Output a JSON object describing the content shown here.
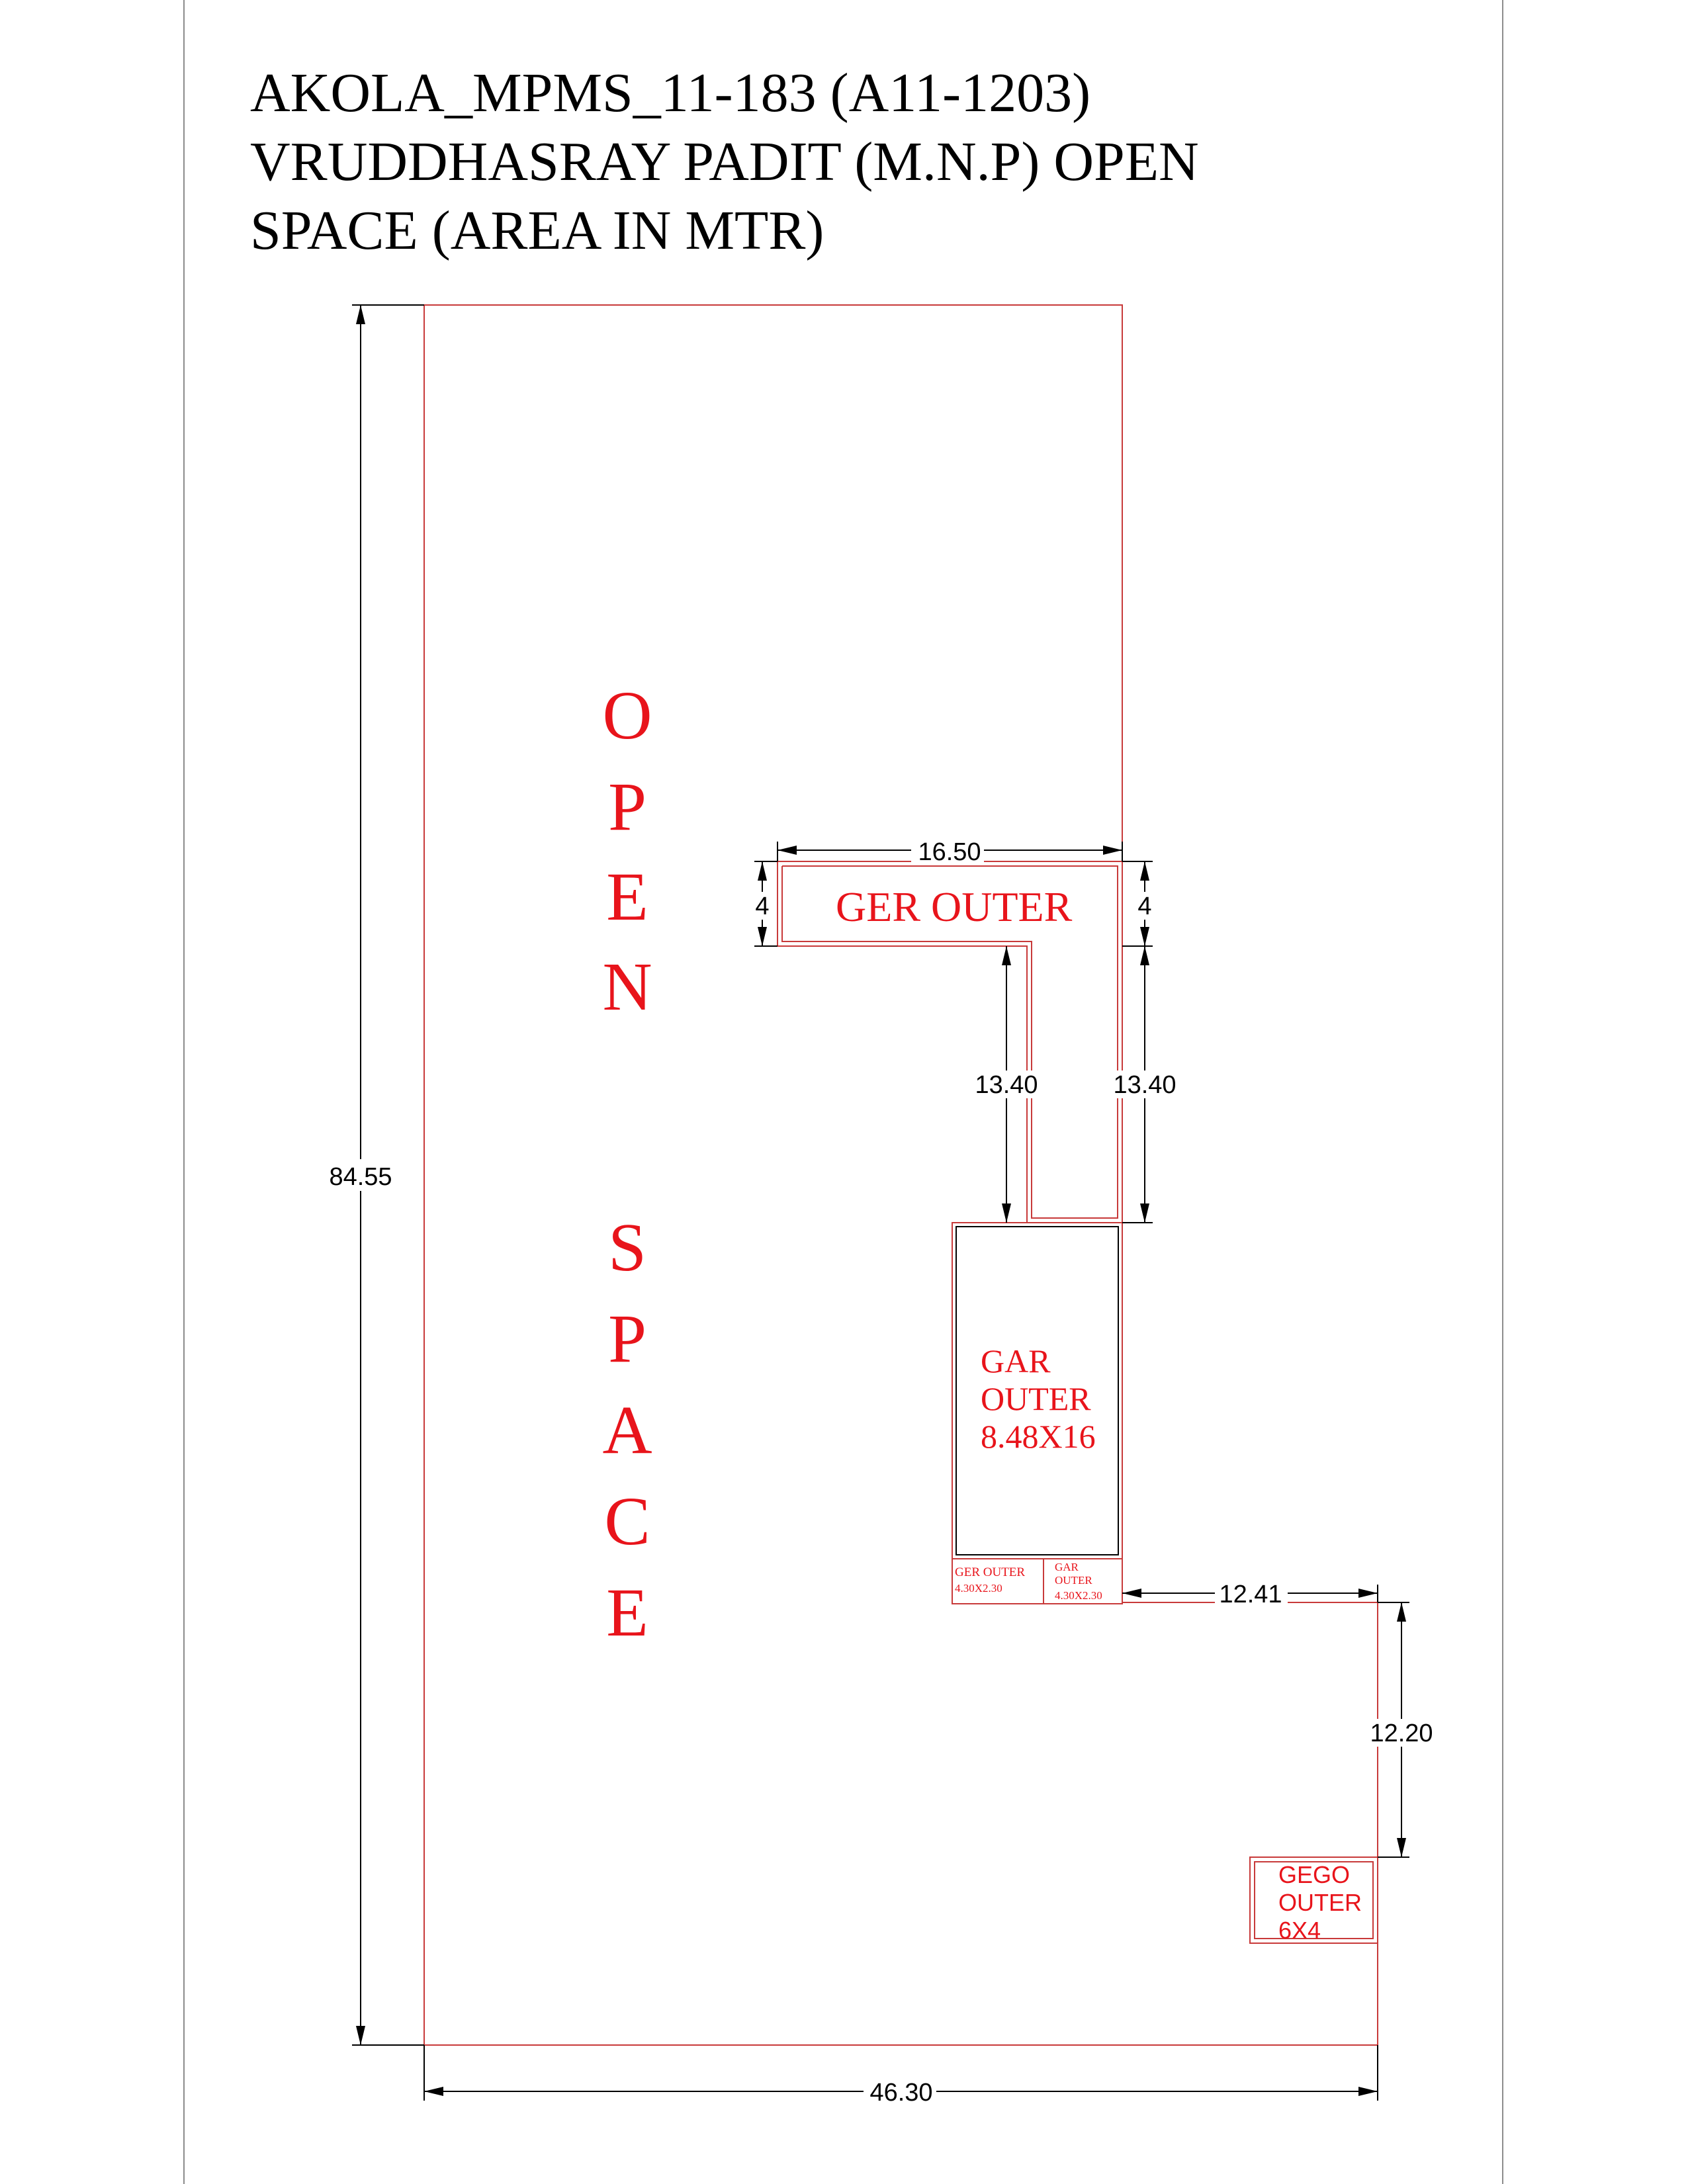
{
  "title": {
    "line1": "AKOLA_MPMS_11-183 (A11-1203)",
    "line2": "VRUDDHASRAY PADIT (M.N.P) OPEN",
    "line3": "SPACE (AREA IN MTR)"
  },
  "open_space_letters": [
    "O",
    "P",
    "E",
    "N",
    "S",
    "P",
    "A",
    "C",
    "E"
  ],
  "labels": {
    "ger_outer_top": "GER OUTER",
    "gar_outer": [
      "GAR",
      "OUTER",
      "8.48X16"
    ],
    "ger_outer_small": [
      "GER OUTER",
      "4.30X2.30"
    ],
    "gar_outer_small": [
      "GAR",
      "OUTER",
      "4.30X2.30"
    ],
    "gego_outer": [
      "GEGO",
      "OUTER",
      "6X4"
    ]
  },
  "dimensions": {
    "total_height": "84.55",
    "total_width": "46.30",
    "ger_width": "16.50",
    "ger_depth_left": "4",
    "ger_depth_right": "4",
    "arm_left": "13.40",
    "arm_right": "13.40",
    "offset_right": "12.41",
    "offset_down": "12.20"
  },
  "colors": {
    "label_red": "#e8141b",
    "outline_red": "#c83a3a",
    "dimension_black": "#000000"
  }
}
